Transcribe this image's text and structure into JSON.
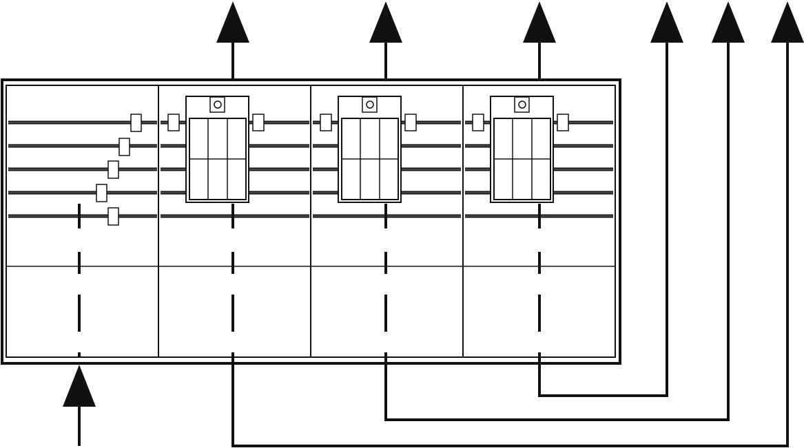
{
  "diagram": {
    "type": "switchgear-schematic",
    "colors": {
      "stroke": "#111111",
      "background": "#ffffff"
    },
    "sections": 4,
    "busbars_per_section": 5,
    "switch_units": 3,
    "output_arrows": 6,
    "input_arrows": 1
  }
}
